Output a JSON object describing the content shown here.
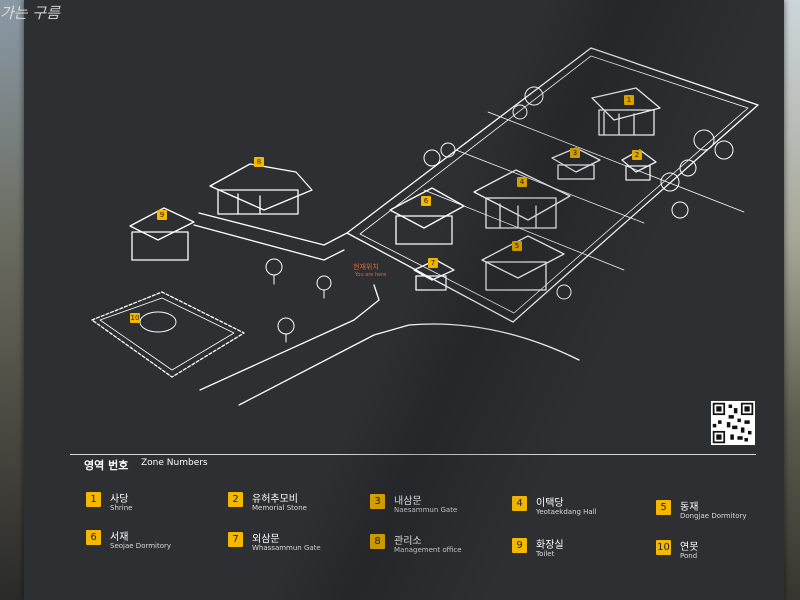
{
  "watermark": "가는 구름",
  "you_are_here": {
    "ko": "현재위치",
    "en": "You are here"
  },
  "legend": {
    "title_ko": "영역 번호",
    "title_en": "Zone Numbers"
  },
  "zones": [
    {
      "num": "1",
      "ko": "사당",
      "en": "Shrine"
    },
    {
      "num": "2",
      "ko": "유허추모비",
      "en": "Memorial Stone"
    },
    {
      "num": "3",
      "ko": "내삼문",
      "en": "Naesammun Gate"
    },
    {
      "num": "4",
      "ko": "이택당",
      "en": "Yeotaekdang Hall"
    },
    {
      "num": "5",
      "ko": "동재",
      "en": "Dongjae Dormitory"
    },
    {
      "num": "6",
      "ko": "서재",
      "en": "Seojae Dormitory"
    },
    {
      "num": "7",
      "ko": "외삼문",
      "en": "Whassammun Gate"
    },
    {
      "num": "8",
      "ko": "관리소",
      "en": "Management office"
    },
    {
      "num": "9",
      "ko": "화장실",
      "en": "Toilet"
    },
    {
      "num": "10",
      "ko": "연못",
      "en": "Pond"
    }
  ],
  "map_markers": [
    "1",
    "2",
    "3",
    "4",
    "5",
    "6",
    "7",
    "8",
    "9",
    "10"
  ],
  "colors": {
    "board": "#2d2f33",
    "marker": "#f5b800",
    "here": "#e8642c",
    "line": "#ffffff"
  }
}
